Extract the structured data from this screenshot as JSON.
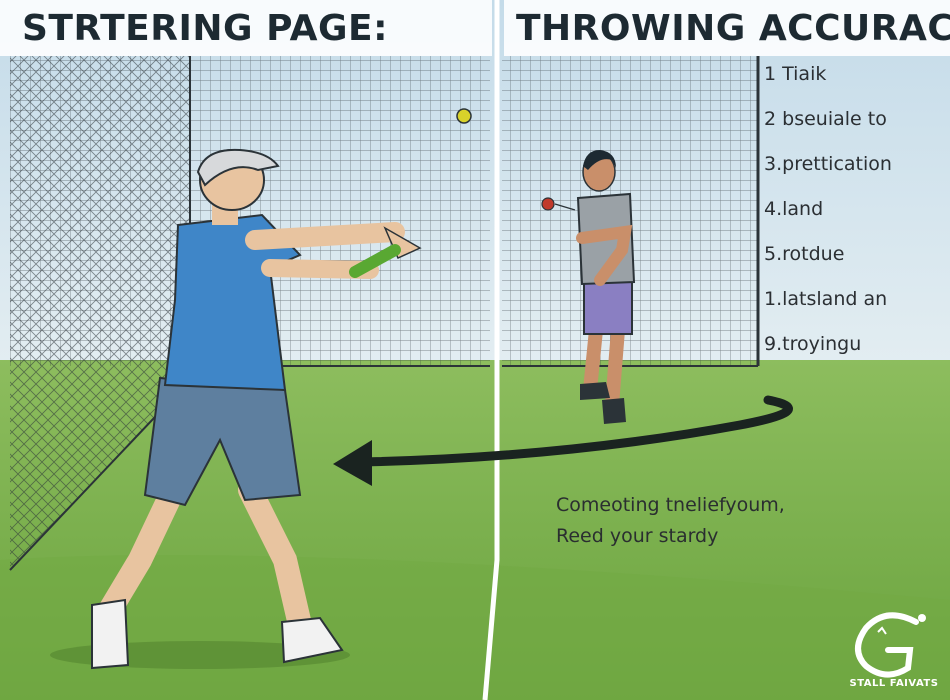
{
  "header": {
    "left_title": "STRTERING PAGE:",
    "right_title": "THROWING ACCURACY"
  },
  "steps": [
    "1 Tiaik",
    "2 bseuiale to",
    "3.prettication",
    "4.land",
    "5.rotdue",
    "1.latsland an",
    "9.troyingu"
  ],
  "caption": {
    "line1": "Comeoting tneliefyoum,",
    "line2": "Reed your stardy"
  },
  "logo": {
    "text": "STALL FAIVATS",
    "icon": "stylized-g-logo-icon"
  },
  "colors": {
    "sky": "#cfe3ef",
    "grass": "#7fb34f",
    "net": "#2b3338",
    "shirt_left": "#3f86c8",
    "shorts_left": "#5e7f9f",
    "shirt_right": "#9aa1a6",
    "shorts_right": "#8a7fc2",
    "arrow": "#1a2320",
    "ball_left": "#d8d22a",
    "ball_right": "#c0392b"
  }
}
